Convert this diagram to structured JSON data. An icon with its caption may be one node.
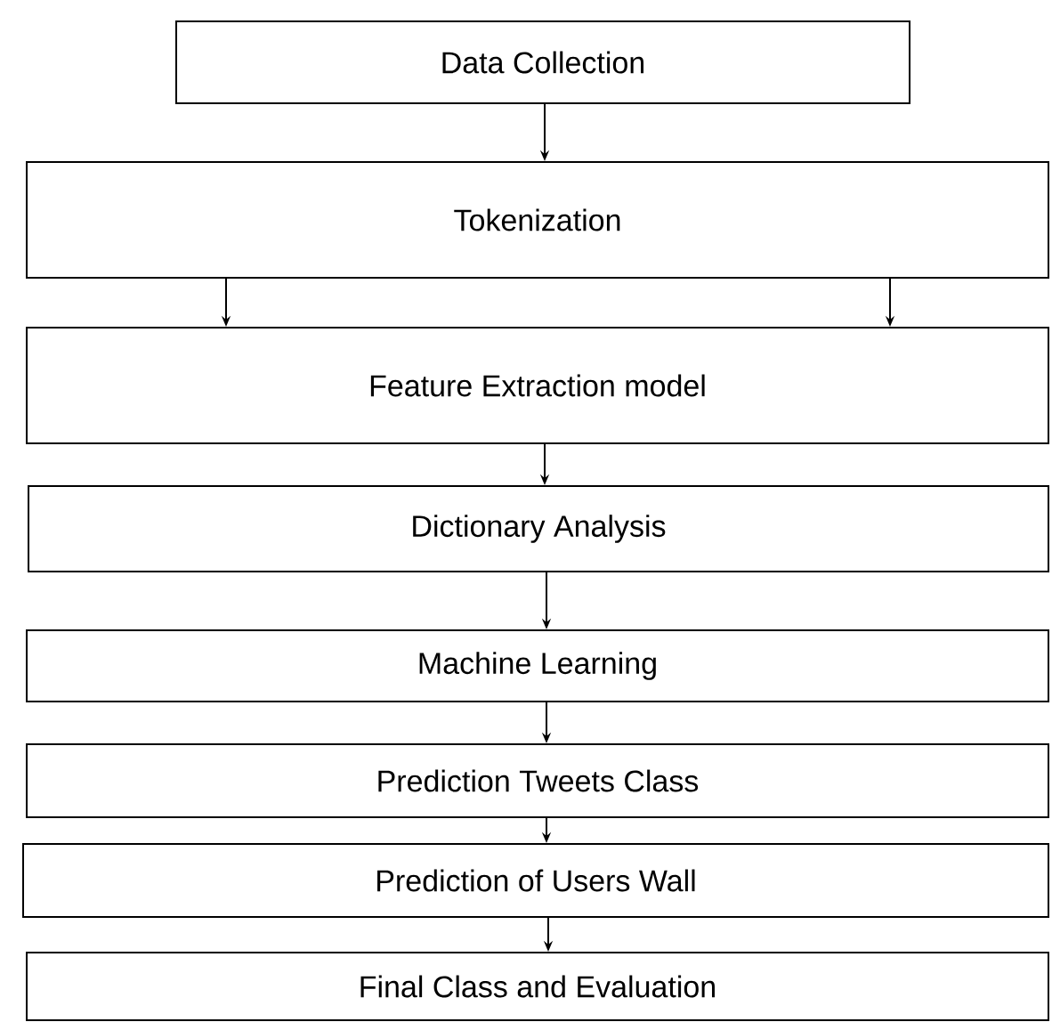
{
  "diagram": {
    "nodes": [
      {
        "text": [
          "Data Collection"
        ]
      },
      {
        "text": [
          "Tokenization"
        ]
      },
      {
        "text": [
          "Feature Extraction model"
        ]
      },
      {
        "text": [
          "Dictionary Analysis"
        ]
      },
      {
        "text": [
          "Machine Learning"
        ]
      },
      {
        "text": [
          "Prediction Tweets Class"
        ]
      },
      {
        "text": [
          "Prediction of Users Wall"
        ]
      },
      {
        "text": [
          "Final Class and Evaluation"
        ]
      }
    ],
    "edges": [
      {
        "from": 0,
        "to": 1,
        "arrow": "to"
      },
      {
        "from": 1,
        "to": 2,
        "arrow": "to"
      },
      {
        "from": 1,
        "to": 2,
        "arrow": "to"
      },
      {
        "from": 2,
        "to": 3,
        "arrow": "to"
      },
      {
        "from": 3,
        "to": 4,
        "arrow": "to"
      },
      {
        "from": 4,
        "to": 5,
        "arrow": "to"
      },
      {
        "from": 5,
        "to": 6,
        "arrow": "to"
      },
      {
        "from": 6,
        "to": 7,
        "arrow": "to"
      }
    ]
  }
}
